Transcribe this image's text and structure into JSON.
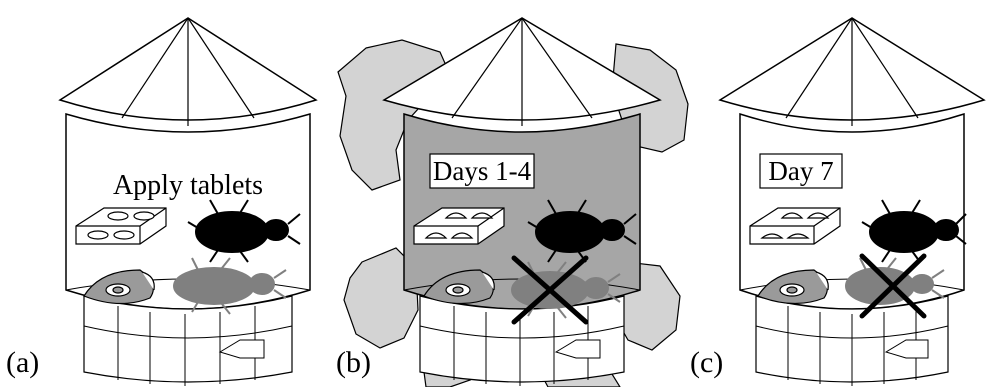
{
  "panels": [
    {
      "id": "a",
      "panel_label": "(a)",
      "stage_label": "Apply tablets",
      "stage_label_boxed": false,
      "silo_fill": "#ffffff",
      "gas_cloud": false,
      "lower_pest_crossed": false
    },
    {
      "id": "b",
      "panel_label": "(b)",
      "stage_label": "Days 1-4",
      "stage_label_boxed": true,
      "silo_fill": "#a6a6a6",
      "gas_cloud": true,
      "lower_pest_crossed": true
    },
    {
      "id": "c",
      "panel_label": "(c)",
      "stage_label": "Day 7",
      "stage_label_boxed": true,
      "silo_fill": "#ffffff",
      "gas_cloud": false,
      "lower_pest_crossed": true
    }
  ],
  "colors": {
    "outline": "#000000",
    "gas_cloud": "#d3d3d3",
    "fumigated_silo": "#a6a6a6",
    "live_pest": "#000000",
    "lower_pest": "#808080",
    "cocoon": "#9a9a9a",
    "cross_mark": "#000000"
  },
  "icons": {
    "tablet_tray": "tablet-tray-icon",
    "live_pest": "beetle-icon",
    "lower_pest": "larva-icon",
    "cocoon": "cocoon-icon",
    "cross": "cross-mark-icon"
  }
}
